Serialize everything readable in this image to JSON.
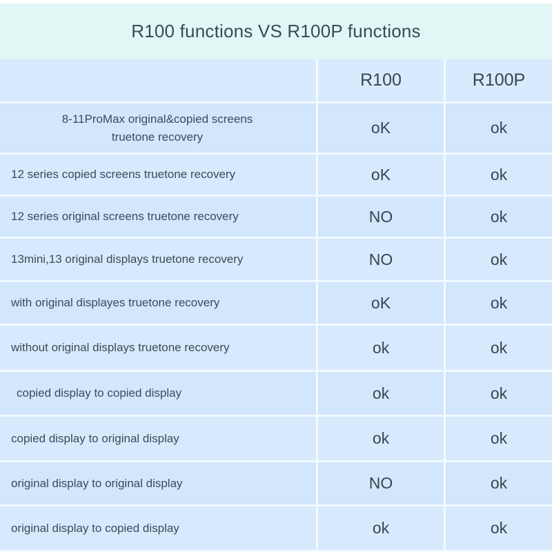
{
  "title": "R100 functions VS R100P functions",
  "table": {
    "columns": [
      "",
      "R100",
      "R100P"
    ],
    "rows": [
      {
        "label": "8-11ProMax original&copied screens\ntruetone recovery",
        "r100": "oK",
        "r100p": "ok"
      },
      {
        "label": "12 series copied screens truetone recovery",
        "r100": "oK",
        "r100p": "ok"
      },
      {
        "label": "12 series original screens truetone recovery",
        "r100": "NO",
        "r100p": "ok"
      },
      {
        "label": "13mini,13 original displays truetone recovery",
        "r100": "NO",
        "r100p": "ok"
      },
      {
        "label": "with original displayes truetone recovery",
        "r100": "oK",
        "r100p": "ok"
      },
      {
        "label": "without original displays truetone recovery",
        "r100": "ok",
        "r100p": "ok"
      },
      {
        "label": "copied display to copied display",
        "r100": "ok",
        "r100p": "ok"
      },
      {
        "label": "copied display to original display",
        "r100": "ok",
        "r100p": "ok"
      },
      {
        "label": "original display to original display",
        "r100": "NO",
        "r100p": "ok"
      },
      {
        "label": "original display to copied display",
        "r100": "ok",
        "r100p": "ok"
      }
    ]
  },
  "colors": {
    "title_band": "#e1f7f6",
    "table_body": "#d2e6fc",
    "gridline": "#f1faff",
    "text": "#3c4b58"
  }
}
